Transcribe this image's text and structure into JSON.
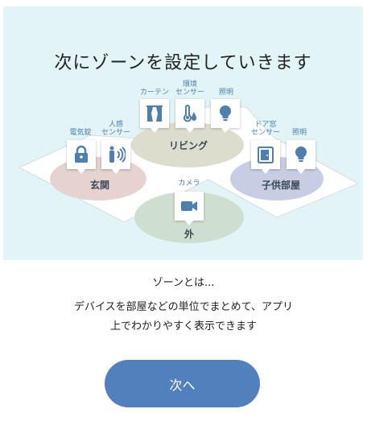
{
  "title": "次にゾーンを設定していきます",
  "zones": {
    "living": "リビング",
    "entrance": "玄関",
    "kids_room": "子供部屋",
    "outside": "外"
  },
  "devices": {
    "curtain": "カーテン",
    "env_sensor": "環境\nセンサー",
    "light_living": "照明",
    "lock": "電気錠",
    "motion_sensor": "人感\nセンサー",
    "door_sensor": "ドア窓\nセンサー",
    "light_kids": "照明",
    "camera": "カメラ"
  },
  "icons": [
    "curtain-icon",
    "thermometer-icon",
    "bulb-icon",
    "lock-icon",
    "motion-sensor-icon",
    "door-window-icon",
    "bulb-icon",
    "camera-icon"
  ],
  "subtitle": "ゾーンとは...",
  "description": {
    "line1": "デバイスを部屋などの単位でまとめて、アプリ",
    "line2": "上でわかりやすく表示できます"
  },
  "next_button": "次へ",
  "colors": {
    "accent": "#5180bd",
    "icon": "#4e7fae",
    "hero_bg": "#e2f4f6"
  }
}
